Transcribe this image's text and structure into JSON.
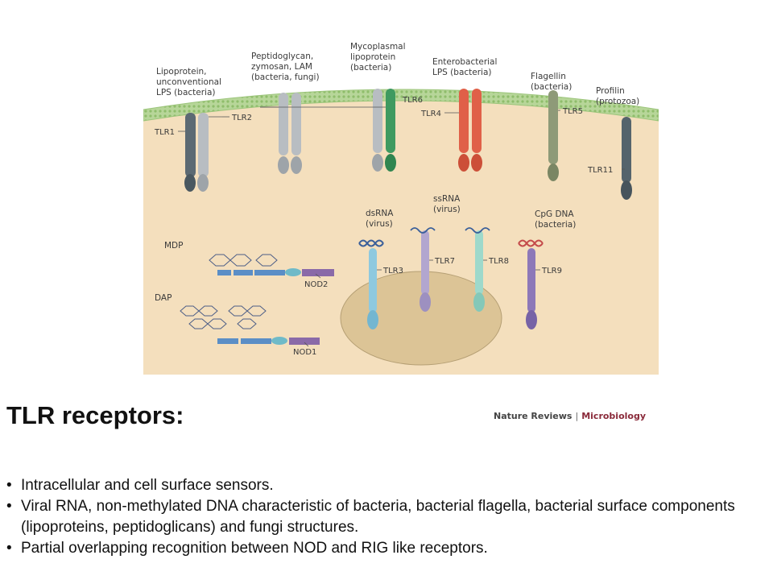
{
  "figure": {
    "ligands": {
      "lipoprotein": [
        "Lipoprotein,",
        "unconventional",
        "LPS (bacteria)"
      ],
      "peptidoglycan": [
        "Peptidoglycan,",
        "zymosan, LAM",
        "(bacteria, fungi)"
      ],
      "mycoplasmal": [
        "Mycoplasmal",
        "lipoprotein",
        "(bacteria)"
      ],
      "enterobacterial": [
        "Enterobacterial",
        "LPS (bacteria)"
      ],
      "flagellin": [
        "Flagellin",
        "(bacteria)"
      ],
      "profilin": [
        "Profilin",
        "(protozoa)"
      ],
      "dsrna": [
        "dsRNA",
        "(virus)"
      ],
      "ssrna": [
        "ssRNA",
        "(virus)"
      ],
      "cpg": [
        "CpG DNA",
        "(bacteria)"
      ],
      "mdp": "MDP",
      "dap": "DAP"
    },
    "receptors": {
      "tlr1": "TLR1",
      "tlr2": "TLR2",
      "tlr6": "TLR6",
      "tlr4": "TLR4",
      "tlr5": "TLR5",
      "tlr11": "TLR11",
      "tlr3": "TLR3",
      "tlr7": "TLR7",
      "tlr8": "TLR8",
      "tlr9": "TLR9",
      "nod2": "NOD2",
      "nod1": "NOD1"
    },
    "colors": {
      "cytoplasm": "#f4dfbd",
      "membrane": "#b7d699",
      "endosome": "#dcc496",
      "tlr1": "#5c6a73",
      "tlr2": "#b8bdc2",
      "tlr6": "#3f9a60",
      "tlr4": "#e06048",
      "tlr5": "#8e9a78",
      "tlr11": "#55646c",
      "tlr3": "#8ec9df",
      "tlr7": "#b2a6cf",
      "tlr8": "#9ed9cb",
      "tlr9": "#8d78b8",
      "nod": "#5b8ec6"
    }
  },
  "credit": {
    "source": "Nature Reviews",
    "journal": "Microbiology"
  },
  "slide": {
    "title": "TLR receptors:",
    "bullets": [
      "Intracellular and cell surface sensors.",
      "Viral RNA, non-methylated DNA characteristic of bacteria, bacterial flagella, bacterial surface components (lipoproteins, peptidoglicans) and fungi structures.",
      "Partial overlapping recognition between NOD and RIG like receptors."
    ]
  }
}
